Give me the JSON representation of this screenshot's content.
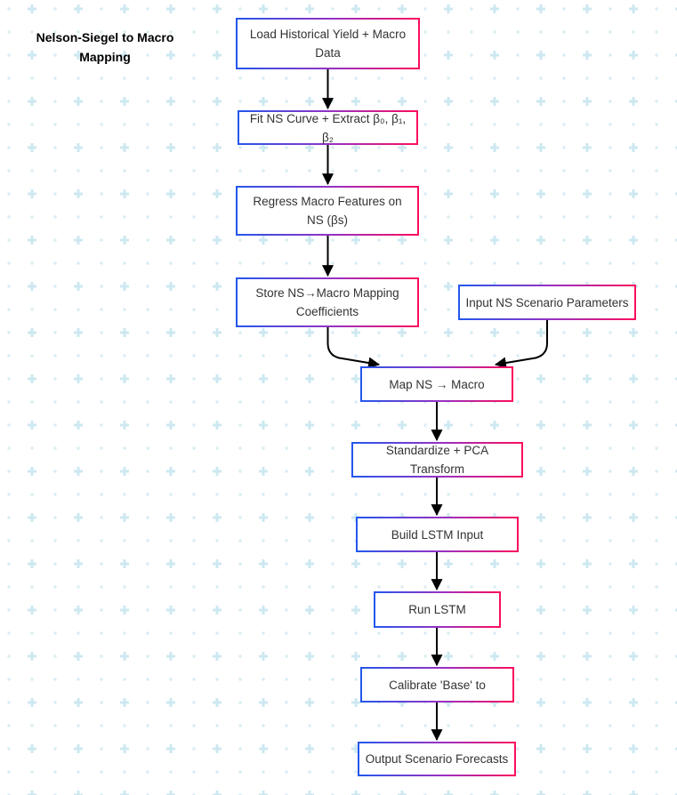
{
  "title": "Nelson-Siegel to Macro\nMapping",
  "colors": {
    "border_gradient_start": "#2457ec",
    "border_gradient_mid": "#9c2fc0",
    "border_gradient_end": "#fb0d5d",
    "arrow": "#000000",
    "pattern_dot": "#d9edf3",
    "pattern_plus": "#cde8f1",
    "node_fill": "#ffffff",
    "text": "#333333"
  },
  "nodes": [
    {
      "id": "load-historical-data",
      "label": "Load Historical Yield + Macro\nData"
    },
    {
      "id": "fit-ns-curve",
      "label": "Fit NS Curve + Extract β₀, β₁, β₂"
    },
    {
      "id": "regress-macro-features",
      "label": "Regress Macro Features on\nNS (βs)"
    },
    {
      "id": "store-mapping-coefficients",
      "label": "Store NS→Macro Mapping\nCoefficients"
    },
    {
      "id": "input-ns-scenario-parameters",
      "label": "Input NS Scenario Parameters"
    },
    {
      "id": "map-ns-to-macro",
      "label": "Map NS → Macro"
    },
    {
      "id": "standardize-pca-transform",
      "label": "Standardize + PCA Transform"
    },
    {
      "id": "build-lstm-input",
      "label": "Build LSTM Input"
    },
    {
      "id": "run-lstm",
      "label": "Run LSTM"
    },
    {
      "id": "calibrate-base",
      "label": "Calibrate 'Base' to"
    },
    {
      "id": "output-scenario-forecasts",
      "label": "Output Scenario Forecasts"
    }
  ],
  "edges": [
    {
      "from": "load-historical-data",
      "to": "fit-ns-curve"
    },
    {
      "from": "fit-ns-curve",
      "to": "regress-macro-features"
    },
    {
      "from": "regress-macro-features",
      "to": "store-mapping-coefficients"
    },
    {
      "from": "store-mapping-coefficients",
      "to": "map-ns-to-macro"
    },
    {
      "from": "input-ns-scenario-parameters",
      "to": "map-ns-to-macro"
    },
    {
      "from": "map-ns-to-macro",
      "to": "standardize-pca-transform"
    },
    {
      "from": "standardize-pca-transform",
      "to": "build-lstm-input"
    },
    {
      "from": "build-lstm-input",
      "to": "run-lstm"
    },
    {
      "from": "run-lstm",
      "to": "calibrate-base"
    },
    {
      "from": "calibrate-base",
      "to": "output-scenario-forecasts"
    }
  ]
}
